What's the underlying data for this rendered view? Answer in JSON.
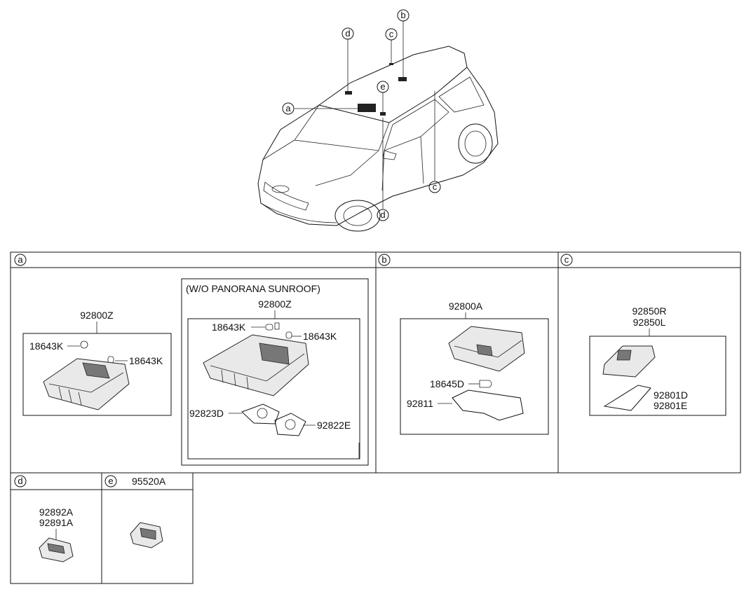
{
  "overview": {
    "callouts": [
      {
        "letter": "d"
      },
      {
        "letter": "c"
      },
      {
        "letter": "b"
      },
      {
        "letter": "e"
      },
      {
        "letter": "a"
      },
      {
        "letter": "c"
      },
      {
        "letter": "d"
      }
    ]
  },
  "sections": {
    "a": {
      "letter": "a",
      "left": {
        "assembly": "92800Z",
        "parts": [
          "18643K",
          "18643K"
        ]
      },
      "inset": {
        "title": "(W/O PANORANA SUNROOF)",
        "assembly": "92800Z",
        "parts": [
          "18643K",
          "18643K",
          "92823D",
          "92822E"
        ]
      }
    },
    "b": {
      "letter": "b",
      "assembly": "92800A",
      "parts": [
        "18645D",
        "92811"
      ]
    },
    "c": {
      "letter": "c",
      "assembly_r": "92850R",
      "assembly_l": "92850L",
      "part_d": "92801D",
      "part_e": "92801E"
    },
    "d": {
      "letter": "d",
      "part_a": "92892A",
      "part_b": "92891A"
    },
    "e": {
      "letter": "e",
      "part": "95520A"
    }
  }
}
